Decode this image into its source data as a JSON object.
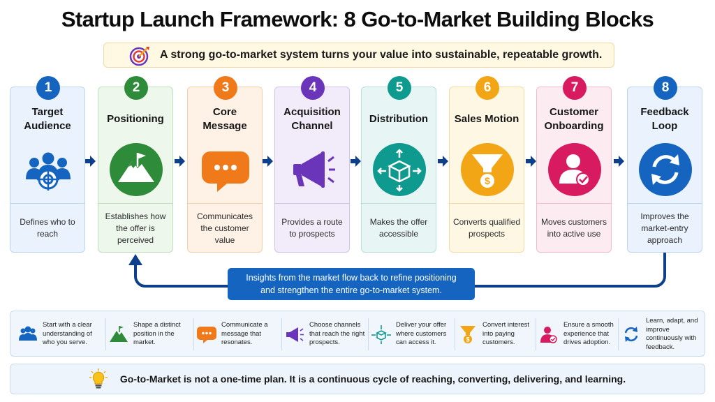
{
  "title": "Startup Launch Framework: 8 Go-to-Market Building Blocks",
  "banner": {
    "text": "A strong go-to-market system turns your value into sustainable, repeatable growth.",
    "icon": "target-icon"
  },
  "steps": [
    {
      "number": "1",
      "title": "Target Audience",
      "desc": "Defines who to reach",
      "icon": "audience-target-icon",
      "color": "#1565c0",
      "bg": "#eaf3fd",
      "border": "#bcd6f1"
    },
    {
      "number": "2",
      "title": "Positioning",
      "desc": "Establishes how the offer is perceived",
      "icon": "mountain-flag-icon",
      "color": "#2e8b3a",
      "bg": "#edf7ec",
      "border": "#bfe0bd"
    },
    {
      "number": "3",
      "title": "Core Message",
      "desc": "Communicates the customer value",
      "icon": "speech-bubble-icon",
      "color": "#f07a1a",
      "bg": "#fef2e6",
      "border": "#f6cfa9"
    },
    {
      "number": "4",
      "title": "Acquisition Channel",
      "desc": "Provides a route to prospects",
      "icon": "megaphone-icon",
      "color": "#6a35b8",
      "bg": "#f2ecfa",
      "border": "#d3c2ec"
    },
    {
      "number": "5",
      "title": "Distribution",
      "desc": "Makes the offer accessible",
      "icon": "box-distribution-icon",
      "color": "#0f9a8f",
      "bg": "#e7f6f4",
      "border": "#b5e0db"
    },
    {
      "number": "6",
      "title": "Sales Motion",
      "desc": "Converts qualified prospects",
      "icon": "funnel-dollar-icon",
      "color": "#f2a515",
      "bg": "#fef7e4",
      "border": "#f5dc9e"
    },
    {
      "number": "7",
      "title": "Customer Onboarding",
      "desc": "Moves customers into active use",
      "icon": "user-check-icon",
      "color": "#d81b60",
      "bg": "#fcebf1",
      "border": "#f2bccd"
    },
    {
      "number": "8",
      "title": "Feedback Loop",
      "desc": "Improves the market-entry approach",
      "icon": "refresh-cycle-icon",
      "color": "#1565c0",
      "bg": "#eaf3fd",
      "border": "#bcd6f1"
    }
  ],
  "loop_text_line1": "Insights from the market flow back to refine positioning",
  "loop_text_line2": "and strengthen the entire go-to-market system.",
  "summary": [
    {
      "icon": "people-icon",
      "text": "Start with a clear understanding of who you serve."
    },
    {
      "icon": "mountain-flag-icon",
      "text": "Shape a distinct position in the market."
    },
    {
      "icon": "speech-bubble-icon",
      "text": "Communicate a message that resonates."
    },
    {
      "icon": "megaphone-icon",
      "text": "Choose channels that reach the right prospects."
    },
    {
      "icon": "box-distribution-icon",
      "text": "Deliver your offer where customers can access it."
    },
    {
      "icon": "funnel-dollar-icon",
      "text": "Convert interest into paying customers."
    },
    {
      "icon": "user-check-icon",
      "text": "Ensure a smooth experience that drives adoption."
    },
    {
      "icon": "refresh-cycle-icon",
      "text": "Learn, adapt, and improve continuously with feedback."
    }
  ],
  "footer": {
    "text": "Go-to-Market is not a one-time plan. It is a continuous cycle of reaching, converting, delivering, and learning.",
    "icon": "lightbulb-icon"
  }
}
